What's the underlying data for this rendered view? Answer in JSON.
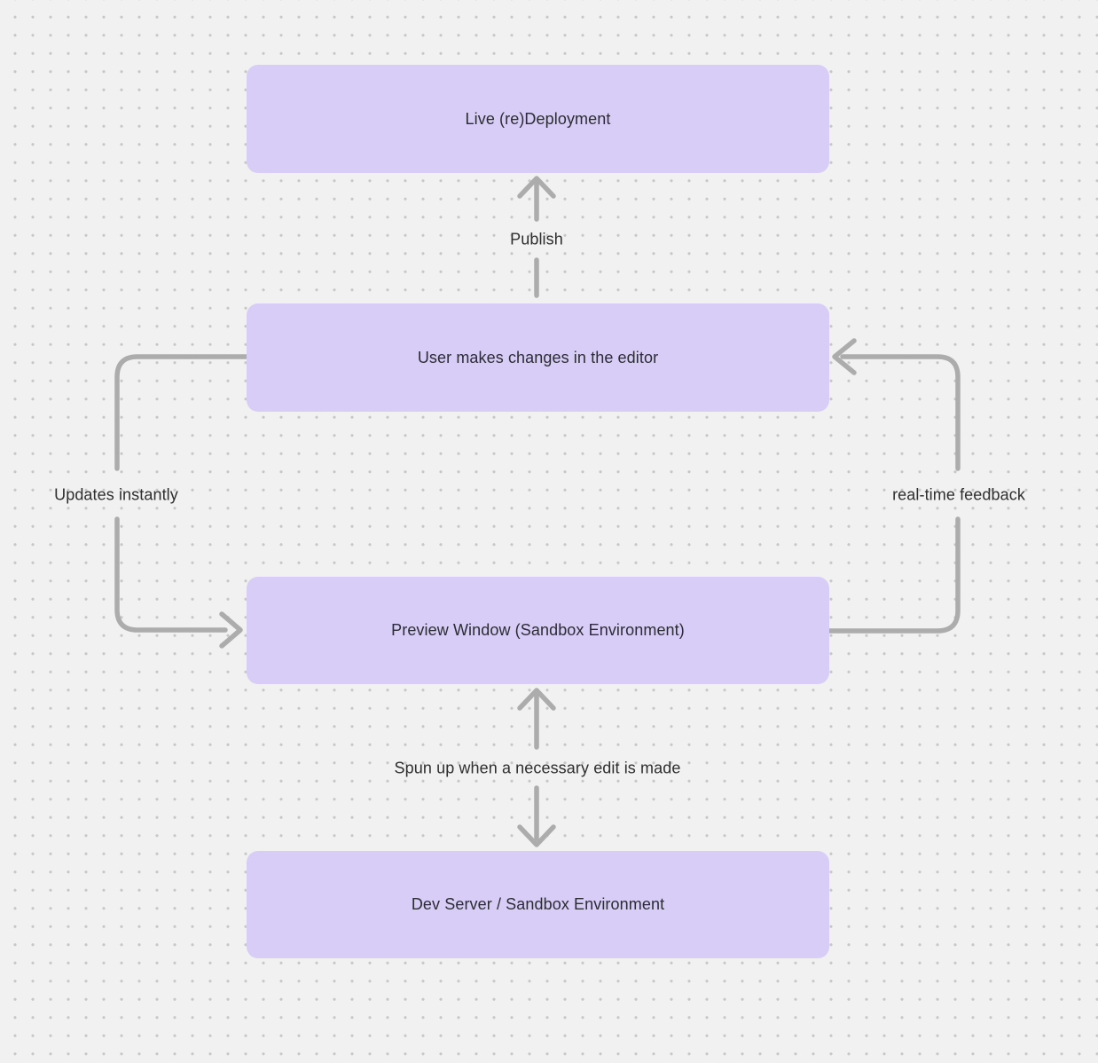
{
  "diagram": {
    "type": "flowchart",
    "nodes": [
      {
        "id": "live-deployment",
        "label": "Live (re)Deployment"
      },
      {
        "id": "user-editor",
        "label": "User makes changes in the editor"
      },
      {
        "id": "preview-window",
        "label": "Preview Window (Sandbox Environment)"
      },
      {
        "id": "dev-server",
        "label": "Dev Server / Sandbox Environment"
      }
    ],
    "edges": [
      {
        "id": "publish",
        "from": "user-editor",
        "to": "live-deployment",
        "label": "Publish",
        "style": "straight-up"
      },
      {
        "id": "updates-instantly",
        "from": "user-editor",
        "to": "preview-window",
        "label": "Updates instantly",
        "style": "left-loop"
      },
      {
        "id": "real-time-feedback",
        "from": "preview-window",
        "to": "user-editor",
        "label": "real-time feedback",
        "style": "right-loop"
      },
      {
        "id": "spun-up",
        "from": "dev-server",
        "to": "preview-window",
        "label": "Spun up when a necessary edit is made",
        "style": "bidirectional-vertical"
      }
    ],
    "colors": {
      "background": "#f2f1f1",
      "grid_dot": "#c7c7c7",
      "node_fill": "#d8cdf6",
      "node_text": "#2c2c34",
      "arrow": "#acacac",
      "label_text": "#2e2e2e"
    }
  }
}
